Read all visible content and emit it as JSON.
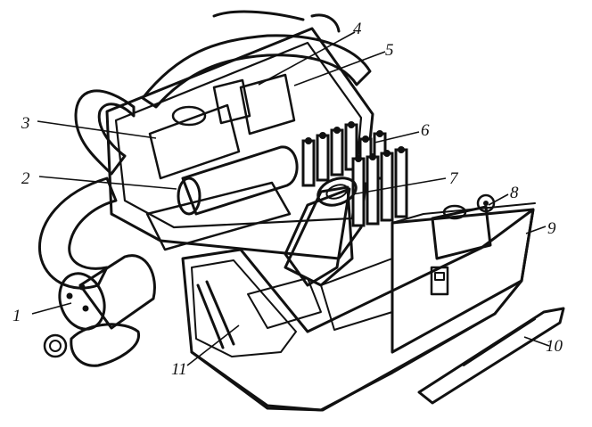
{
  "colors": {
    "ink": "#111111",
    "paper": "#ffffff"
  },
  "callouts": [
    {
      "id": "1",
      "text": "1"
    },
    {
      "id": "2",
      "text": "2"
    },
    {
      "id": "3",
      "text": "3"
    },
    {
      "id": "4",
      "text": "4"
    },
    {
      "id": "5",
      "text": "5"
    },
    {
      "id": "6",
      "text": "6"
    },
    {
      "id": "7",
      "text": "7"
    },
    {
      "id": "8",
      "text": "8"
    },
    {
      "id": "9",
      "text": "9"
    },
    {
      "id": "10",
      "text": "10"
    },
    {
      "id": "11",
      "text": "11"
    }
  ]
}
